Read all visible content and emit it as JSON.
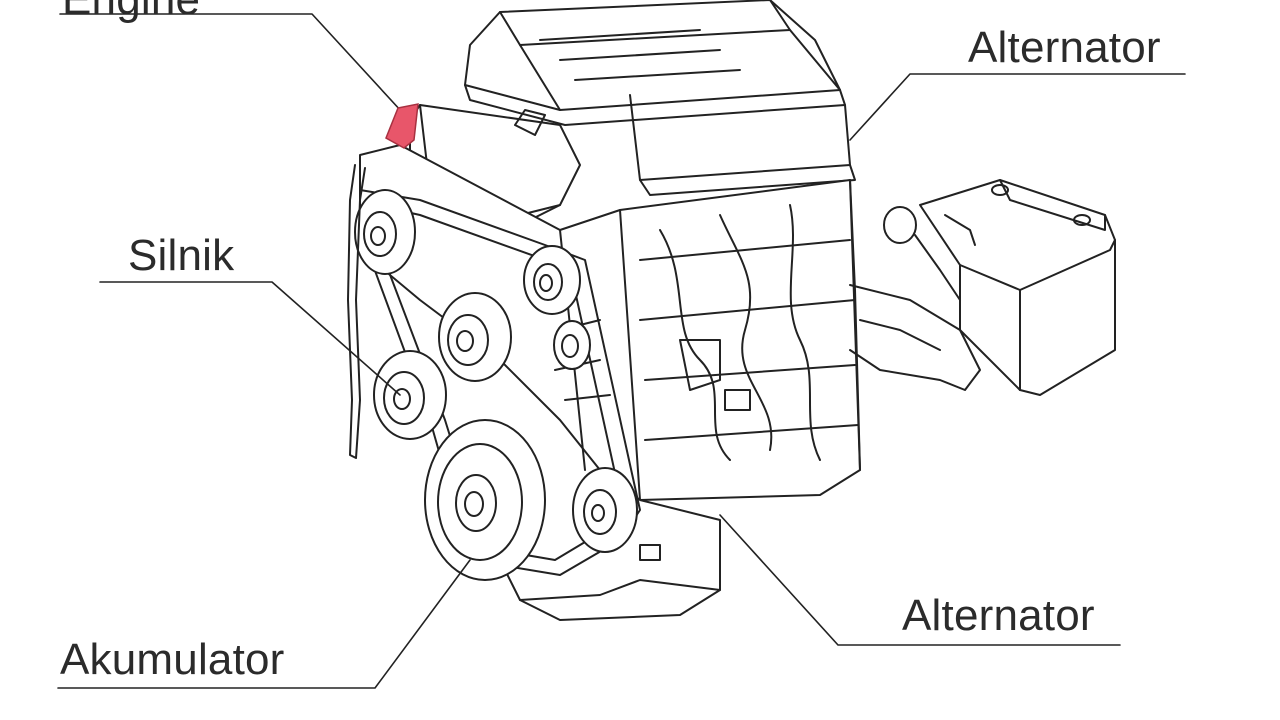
{
  "labels": {
    "engine": "Engine",
    "alternator_top": "Alternator",
    "silnik": "Silnik",
    "alternator_bottom": "Alternator",
    "akumulator": "Akumulator"
  },
  "colors": {
    "line": "#222222",
    "background": "#ffffff",
    "highlight": "#e8566a"
  }
}
